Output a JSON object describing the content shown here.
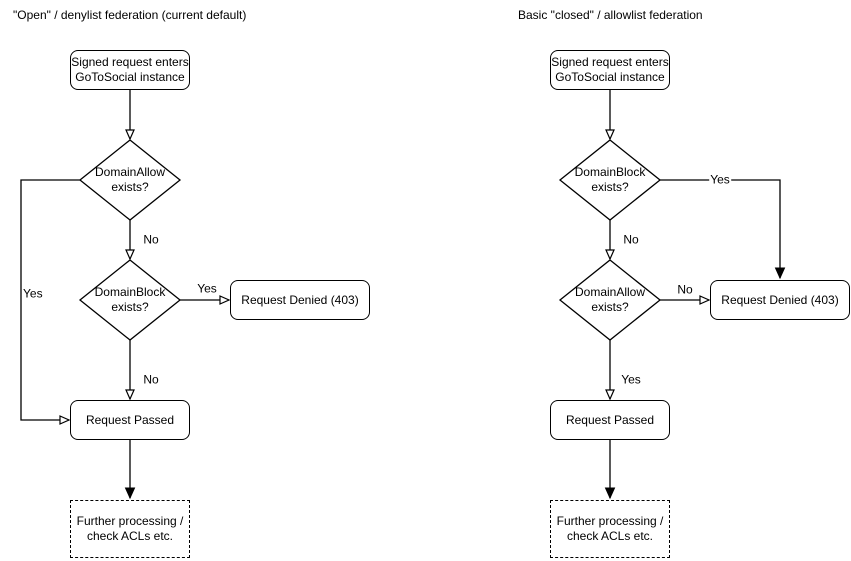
{
  "colors": {
    "stroke": "#000000",
    "text": "#000000",
    "node_fill": "#ffffff",
    "background": "#ffffff"
  },
  "left": {
    "title": "\"Open\" / denylist federation (current default)",
    "start": {
      "line1": "Signed request enters",
      "line2": "GoToSocial instance"
    },
    "decision1": {
      "line1": "DomainAllow",
      "line2": "exists?"
    },
    "decision2": {
      "line1": "DomainBlock",
      "line2": "exists?"
    },
    "denied": "Request Denied (403)",
    "passed": "Request Passed",
    "further": {
      "line1": "Further processing /",
      "line2": "check ACLs etc."
    },
    "labels": {
      "decision1_yes": "Yes",
      "decision1_no": "No",
      "decision2_yes": "Yes",
      "decision2_no": "No"
    }
  },
  "right": {
    "title": "Basic \"closed\" / allowlist federation",
    "start": {
      "line1": "Signed request enters",
      "line2": "GoToSocial instance"
    },
    "decision1": {
      "line1": "DomainBlock",
      "line2": "exists?"
    },
    "decision2": {
      "line1": "DomainAllow",
      "line2": "exists?"
    },
    "denied": "Request Denied (403)",
    "passed": "Request Passed",
    "further": {
      "line1": "Further processing /",
      "line2": "check ACLs etc."
    },
    "labels": {
      "decision1_yes": "Yes",
      "decision1_no": "No",
      "decision2_no": "No",
      "decision2_yes": "Yes"
    }
  }
}
